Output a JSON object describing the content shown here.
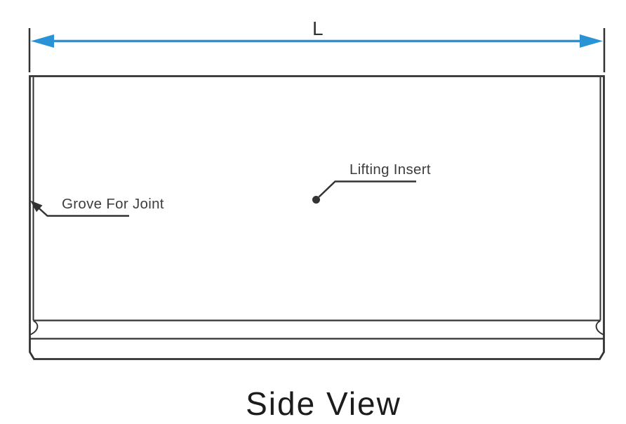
{
  "diagram": {
    "title": "Side View",
    "dimension": {
      "label": "L"
    },
    "annotations": {
      "groove": {
        "label": "Grove For Joint"
      },
      "lifting_insert": {
        "label": "Lifting Insert"
      }
    }
  },
  "colors": {
    "accent_blue": "#2a93d5",
    "line_ink": "#333333",
    "label_text": "#3d3d3d",
    "title_text": "#1c1c1c",
    "background": "#ffffff"
  }
}
